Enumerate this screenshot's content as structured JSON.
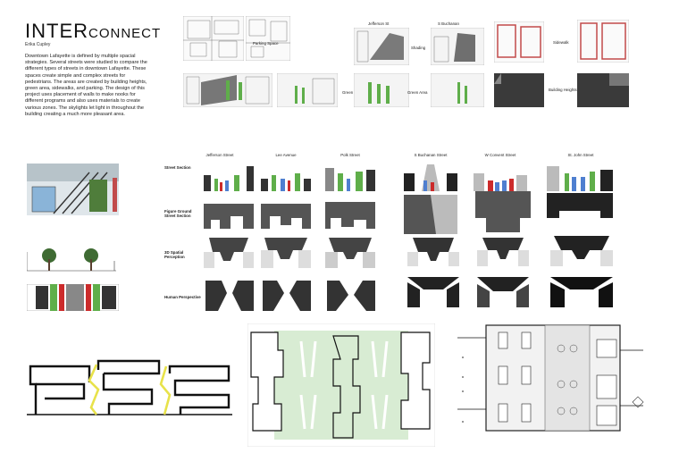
{
  "header": {
    "title_a": "INTER",
    "title_b": "CONNECT",
    "author": "Erika Cupley",
    "description": "Downtown Lafayette is defined by multiple spacial strategies. Several streets were studied to compare the different types of streets in downtown Lafayette. These spaces create simple and complex streets for pedestrians. The areas are created by building heights, green area, sidewalks, and parking. The design of this project uses placement of walls to make nooks for different programs and also uses materials to create various zones. The skylights let light in throughout the building creating a much more pleasant area."
  },
  "top_diagrams": {
    "labels": {
      "parking": "Parking Space",
      "green": "Green Area",
      "jefferson": "Jefferson St",
      "buchanan": "S Buchanan",
      "shading": "Shading",
      "green2": "Green Area",
      "sidewalk": "Sidewalk",
      "heights": "Building Heights"
    }
  },
  "matrix": {
    "columns": [
      "Jefferson Street",
      "Lee Avenue",
      "Polk Street",
      "S Buchanan Street",
      "W Convent Street",
      "St. John Street"
    ],
    "rows": [
      "Street Section",
      "Figure Ground Street Section",
      "3D Spatial Perception",
      "Human Perspective"
    ]
  },
  "colors": {
    "green": "#5fae4a",
    "light_green": "#d8ecd3",
    "red": "#cc2b2b",
    "blue": "#4f7fd0",
    "yellow": "#e8e24a",
    "dark": "#2b2b2b",
    "grey": "#6d6d6d"
  }
}
